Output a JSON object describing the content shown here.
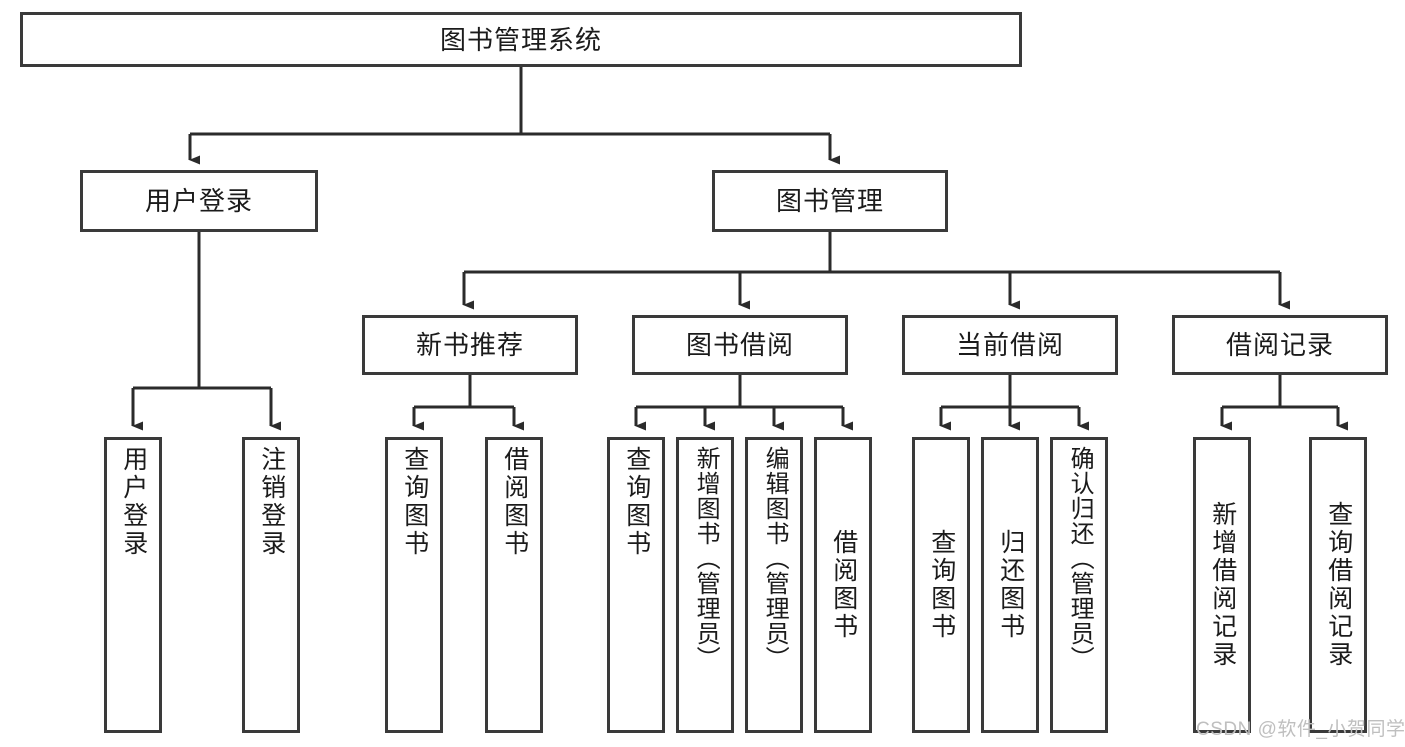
{
  "diagram": {
    "type": "tree-hierarchy-chart",
    "title": "图书管理系统",
    "background_color": "#ffffff",
    "box_border_color": "#3a3a3a",
    "connector_color": "#2b2b2b",
    "text_color": "#1b1b1b"
  },
  "root": {
    "label": "图书管理系统"
  },
  "level2": [
    {
      "label": "用户登录"
    },
    {
      "label": "图书管理"
    }
  ],
  "level3": [
    {
      "label": "新书推荐"
    },
    {
      "label": "图书借阅"
    },
    {
      "label": "当前借阅"
    },
    {
      "label": "借阅记录"
    }
  ],
  "leaves": {
    "user_login": [
      {
        "label": "用户登录"
      },
      {
        "label": "注销登录"
      }
    ],
    "new_book_recommend": [
      {
        "label": "查询图书"
      },
      {
        "label": "借阅图书"
      }
    ],
    "book_borrow": [
      {
        "label": "查询图书"
      },
      {
        "label": "新增图书（管理员）"
      },
      {
        "label": "编辑图书（管理员）"
      },
      {
        "label": "借阅图书"
      }
    ],
    "current_borrow": [
      {
        "label": "查询图书"
      },
      {
        "label": "归还图书"
      },
      {
        "label": "确认归还（管理员）"
      }
    ],
    "borrow_record": [
      {
        "label": "新增借阅记录"
      },
      {
        "label": "查询借阅记录"
      }
    ]
  },
  "watermark": {
    "text": "CSDN @软件_小贺同学"
  }
}
